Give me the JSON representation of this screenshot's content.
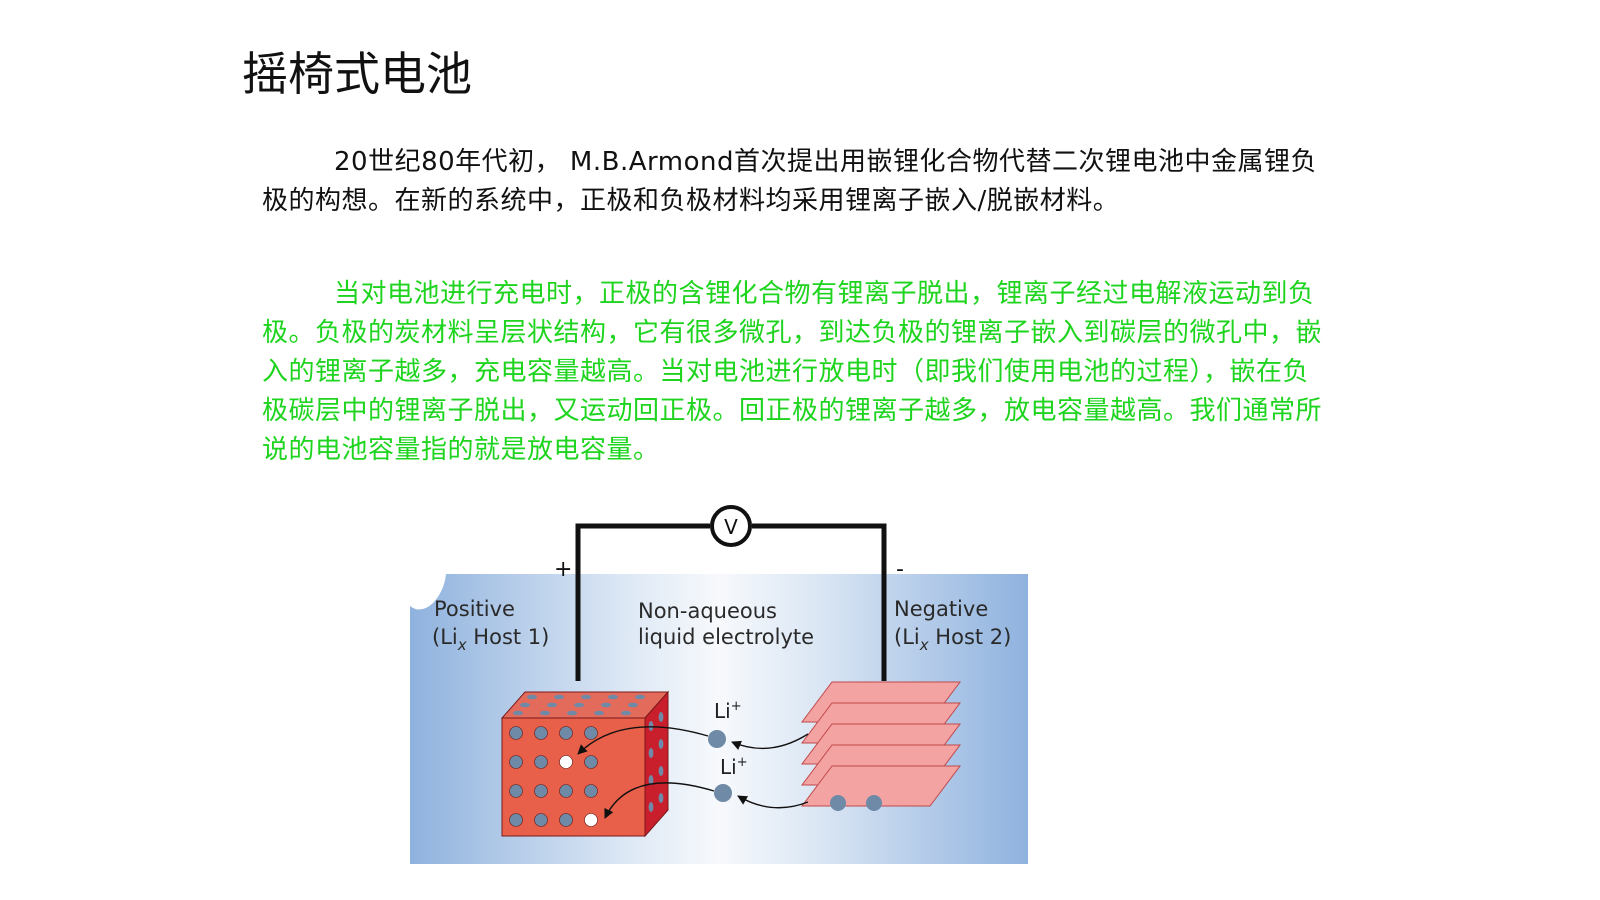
{
  "title": "摇椅式电池",
  "paragraphs": [
    "20世纪80年代初， M.B.Armond首次提出用嵌锂化合物代替二次锂电池中金属锂负极的构想。在新的系统中，正极和负极材料均采用锂离子嵌入/脱嵌材料。",
    "当对电池进行充电时，正极的含锂化合物有锂离子脱出，锂离子经过电解液运动到负极。负极的炭材料呈层状结构，它有很多微孔，到达负极的锂离子嵌入到碳层的微孔中，嵌入的锂离子越多，充电容量越高。当对电池进行放电时（即我们使用电池的过程），嵌在负极碳层中的锂离子脱出，又运动回正极。回正极的锂离子越多，放电容量越高。我们通常所说的电池容量指的就是放电容量。"
  ],
  "colors": {
    "highlight_text": "#1ed41e",
    "body_text": "#111111",
    "cube_red": "#e8604a",
    "cube_dark": "#c91f2c",
    "layer_pink": "#f4a3a3",
    "ion_blue": "#6f8aa6"
  },
  "diagram": {
    "voltmeter": "V",
    "plus_sign": "+",
    "minus_sign": "-",
    "positive": {
      "line1": "Positive",
      "li": "(Li",
      "sub": "x",
      "host": " Host 1)"
    },
    "electrolyte": {
      "line1": "Non-aqueous",
      "line2": "liquid electrolyte"
    },
    "negative": {
      "line1": "Negative",
      "li": "(Li",
      "sub": "x",
      "host": " Host 2)"
    },
    "ion_label_1": {
      "base": "Li",
      "sup": "+"
    },
    "ion_label_2": {
      "base": "Li",
      "sup": "+"
    }
  }
}
